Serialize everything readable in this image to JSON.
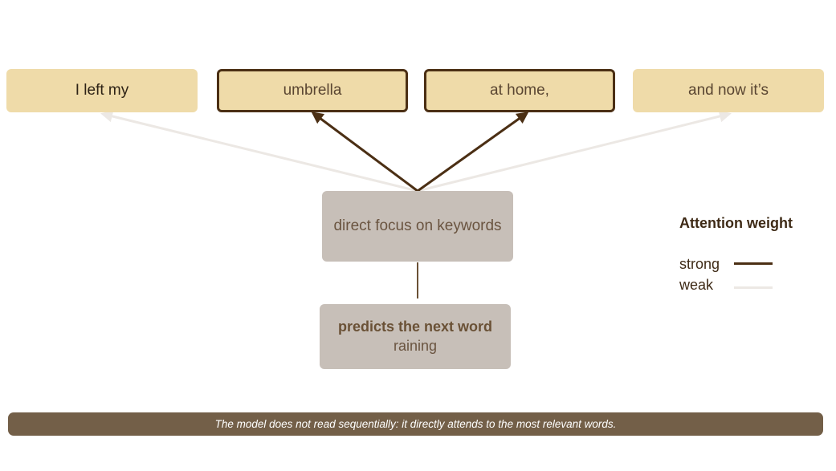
{
  "tokens": [
    {
      "text": "I left my",
      "weight": "weak"
    },
    {
      "text": "umbrella",
      "weight": "strong"
    },
    {
      "text": "at home,",
      "weight": "strong"
    },
    {
      "text": "and now it’s",
      "weight": "weak"
    }
  ],
  "focus_box": {
    "label": "direct focus on keywords"
  },
  "prediction_box": {
    "title": "predicts the next word",
    "word": "raining"
  },
  "legend": {
    "title": "Attention weight",
    "strong_label": "strong",
    "weak_label": "weak",
    "strong_color": "#4b2f14",
    "weak_color": "#ece8e4"
  },
  "footer": {
    "caption": "The model does not read sequentially: it directly attends to the most relevant words."
  },
  "colors": {
    "token_fill": "#efdba9",
    "box_fill": "#c7bfb8",
    "footer_fill": "#735f48"
  }
}
